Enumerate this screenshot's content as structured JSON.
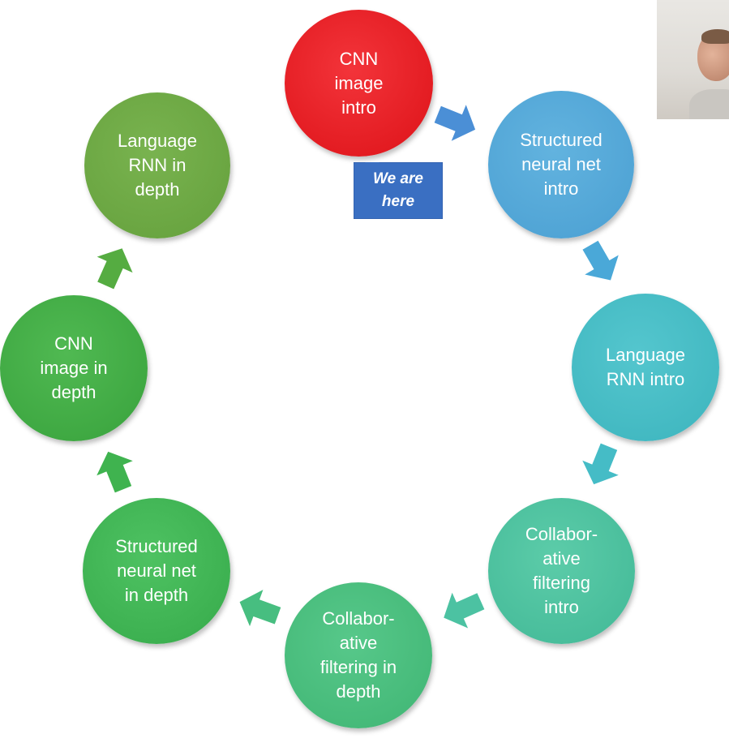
{
  "diagram": {
    "nodes": [
      {
        "id": "cnn-image-intro",
        "label": "CNN\nimage\nintro",
        "color": "#ea1c24"
      },
      {
        "id": "structured-neural-net-intro",
        "label": "Structured\nneural net\nintro",
        "color": "#56aad8"
      },
      {
        "id": "language-rnn-intro",
        "label": "Language\nRNN intro",
        "color": "#44bcc5"
      },
      {
        "id": "collaborative-filtering-intro",
        "label": "Collabor-\native\nfiltering\nintro",
        "color": "#4cc2a0"
      },
      {
        "id": "collaborative-filtering-in-depth",
        "label": "Collabor-\native\nfiltering in\ndepth",
        "color": "#47be7e"
      },
      {
        "id": "structured-neural-net-in-depth",
        "label": "Structured\nneural net\nin depth",
        "color": "#3eb454"
      },
      {
        "id": "cnn-image-in-depth",
        "label": "CNN\nimage in\ndepth",
        "color": "#42ad45"
      },
      {
        "id": "language-rnn-in-depth",
        "label": "Language\nRNN in\ndepth",
        "color": "#6daa44"
      }
    ],
    "callout": {
      "label": "We are\nhere",
      "color": "#3a6fc2"
    }
  }
}
